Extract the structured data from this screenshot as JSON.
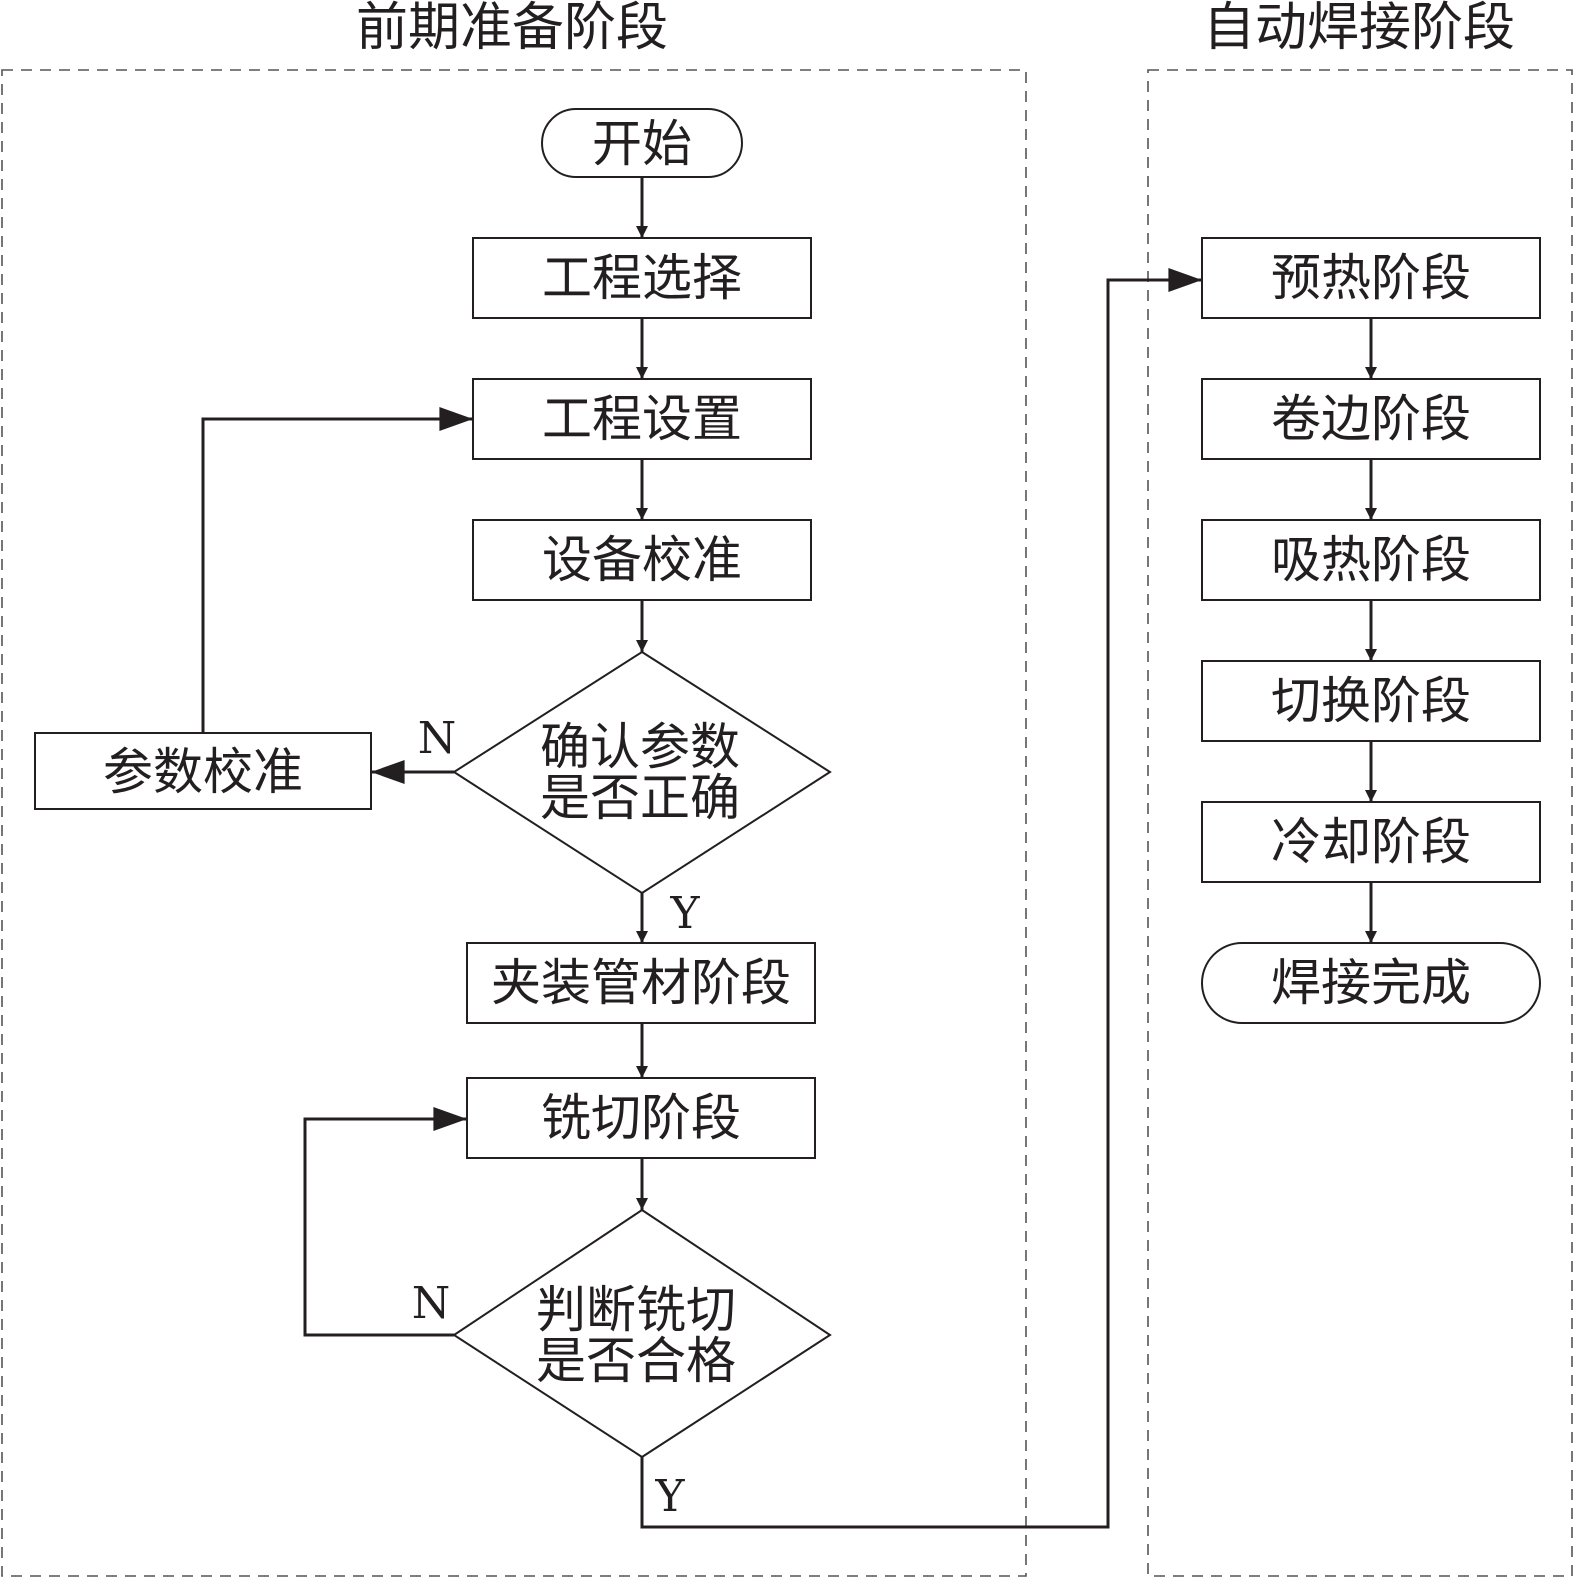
{
  "groups": {
    "prep": {
      "title": "前期准备阶段"
    },
    "weld": {
      "title": "自动焊接阶段"
    }
  },
  "nodes": {
    "start": "开始",
    "project_select": "工程选择",
    "project_setup": "工程设置",
    "device_calib": "设备校准",
    "confirm_line1": "确认参数",
    "confirm_line2": "是否正确",
    "param_calib": "参数校准",
    "clamp": "夹装管材阶段",
    "milling": "铣切阶段",
    "judge_line1": "判断铣切",
    "judge_line2": "是否合格",
    "preheat": "预热阶段",
    "curling": "卷边阶段",
    "absorb": "吸热阶段",
    "switch": "切换阶段",
    "cooling": "冷却阶段",
    "done": "焊接完成"
  },
  "branch_labels": {
    "confirm_no": "N",
    "confirm_yes": "Y",
    "judge_no": "N",
    "judge_yes": "Y"
  }
}
